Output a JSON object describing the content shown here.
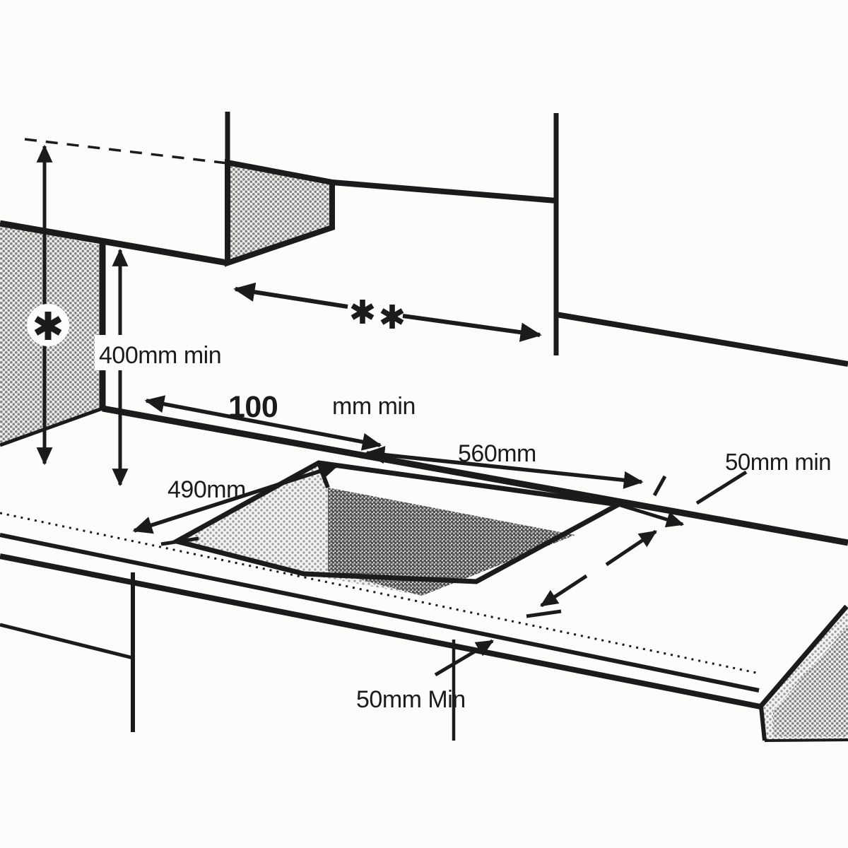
{
  "diagram": {
    "title": "hob-installation-clearance-diagram",
    "labels": {
      "hood_clearance_marker": "*",
      "cabinet_gap_marker": "**",
      "shelf_height_min": "400mm min",
      "side_wall_min_value": "100",
      "side_wall_min_unit": "mm min",
      "cutout_width": "560mm",
      "cutout_depth": "490mm",
      "right_clearance_min": "50mm min",
      "front_clearance_min": "50mm Min"
    },
    "colors": {
      "ink": "#1b1b1b",
      "paper": "#fcfcfb",
      "halftone_light": "#9f9f9f",
      "halftone_medium": "#868686",
      "halftone_dark": "#4f4f4f"
    }
  }
}
